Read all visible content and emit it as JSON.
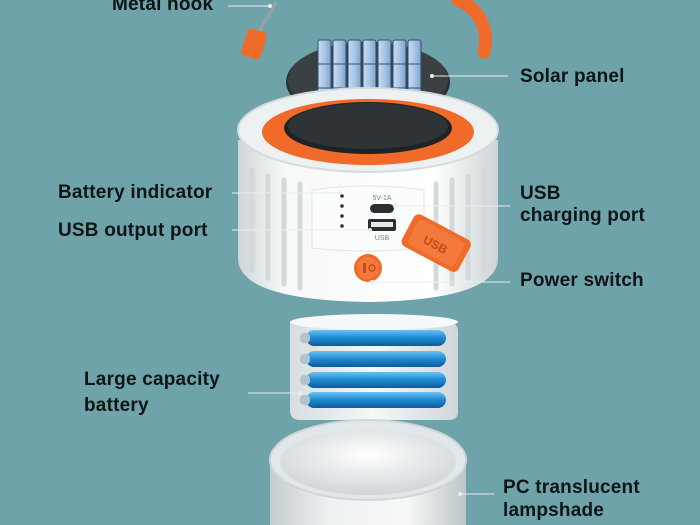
{
  "labels": {
    "metal_hook": "Metal hook",
    "solar_panel": "Solar panel",
    "battery_indicator": "Battery indicator",
    "usb_output_port": "USB output port",
    "usb_charging_port_line1": "USB",
    "usb_charging_port_line2": "charging port",
    "power_switch": "Power switch",
    "large_capacity_battery_line1": "Large capacity",
    "large_capacity_battery_line2": "battery",
    "pc_lampshade_line1": "PC translucent",
    "pc_lampshade_line2": "lampshade"
  },
  "device_markings": {
    "input_port": "5V-1A",
    "output_port": "USB",
    "usb_cover": "USB"
  },
  "colors": {
    "background": "#6fa3aa",
    "accent_orange": "#f06a2a",
    "housing_white": "#f4f6f6",
    "battery_blue": "#1f8fd6",
    "solar_cell": "#9fc2e2"
  }
}
